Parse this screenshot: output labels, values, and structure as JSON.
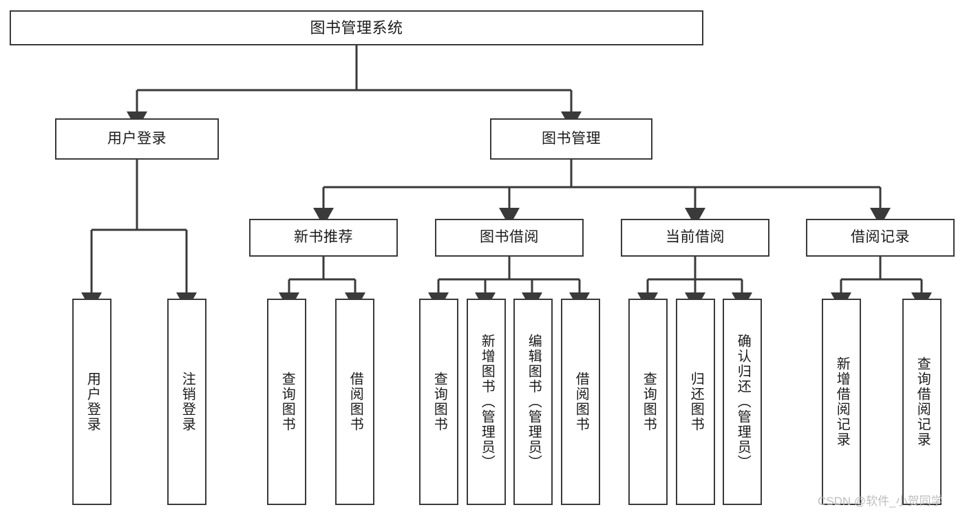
{
  "diagram": {
    "title": "图书管理系统",
    "type": "functional-structure-tree",
    "watermark": "CSDN @软件_小贺同学",
    "line_color": "#3a3a3a",
    "box_fill": "#ffffff",
    "text_color": "#1b1b1b",
    "watermark_color": "#bdbdbd"
  },
  "nodes": {
    "root": {
      "label": "图书管理系统",
      "level": 0
    },
    "level1": [
      {
        "id": "user-login",
        "label": "用户登录"
      },
      {
        "id": "book-management",
        "label": "图书管理"
      }
    ],
    "level2": [
      {
        "id": "new-book-recommend",
        "label": "新书推荐",
        "parent": "book-management"
      },
      {
        "id": "book-borrow",
        "label": "图书借阅",
        "parent": "book-management"
      },
      {
        "id": "current-borrow",
        "label": "当前借阅",
        "parent": "book-management"
      },
      {
        "id": "borrow-record",
        "label": "借阅记录",
        "parent": "book-management"
      }
    ],
    "leaves": [
      {
        "id": "leaf-user-login",
        "label": "用户登录",
        "parent": "user-login"
      },
      {
        "id": "leaf-user-logout",
        "label": "注销登录",
        "parent": "user-login"
      },
      {
        "id": "leaf-query-book-1",
        "label": "查询图书",
        "parent": "new-book-recommend"
      },
      {
        "id": "leaf-borrow-book-1",
        "label": "借阅图书",
        "parent": "new-book-recommend"
      },
      {
        "id": "leaf-query-book-2",
        "label": "查询图书",
        "parent": "book-borrow"
      },
      {
        "id": "leaf-add-book",
        "label": "新增图书（管理员）",
        "parent": "book-borrow"
      },
      {
        "id": "leaf-edit-book",
        "label": "编辑图书（管理员）",
        "parent": "book-borrow"
      },
      {
        "id": "leaf-borrow-book-2",
        "label": "借阅图书",
        "parent": "book-borrow"
      },
      {
        "id": "leaf-query-book-3",
        "label": "查询图书",
        "parent": "current-borrow"
      },
      {
        "id": "leaf-return-book",
        "label": "归还图书",
        "parent": "current-borrow"
      },
      {
        "id": "leaf-confirm-return",
        "label": "确认归还（管理员）",
        "parent": "current-borrow"
      },
      {
        "id": "leaf-add-record",
        "label": "新增借阅记录",
        "parent": "borrow-record"
      },
      {
        "id": "leaf-query-record",
        "label": "查询借阅记录",
        "parent": "borrow-record"
      }
    ]
  }
}
